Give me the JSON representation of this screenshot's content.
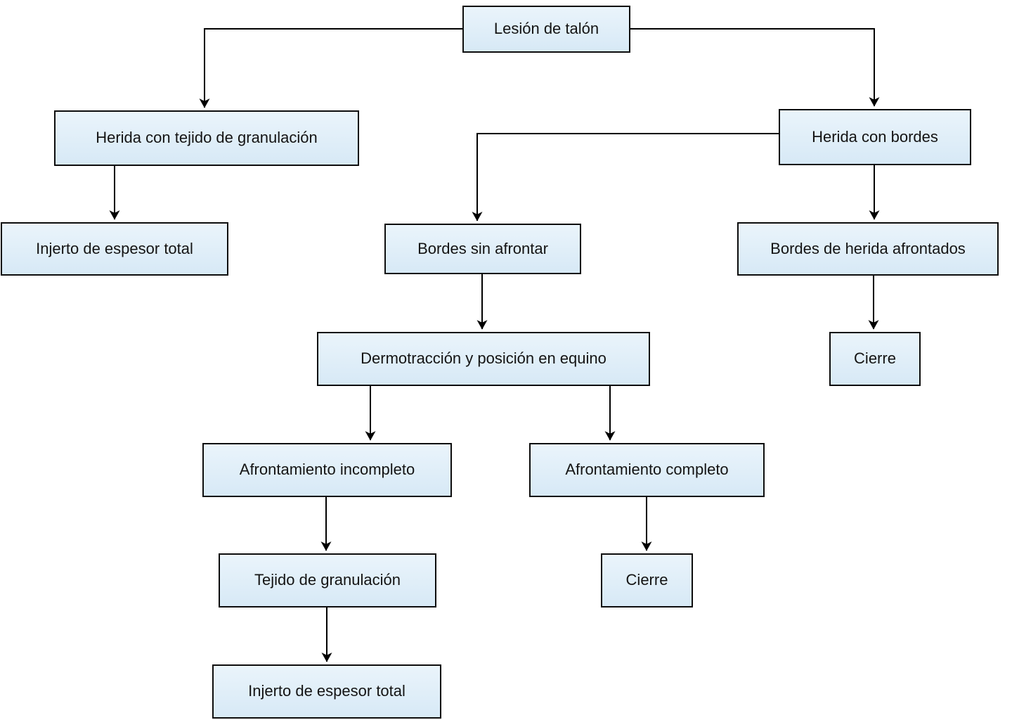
{
  "diagram": {
    "type": "flowchart",
    "background_color": "#ffffff",
    "node_fill_color": "#d9eaf7",
    "node_border_color": "#0d0d0d",
    "edge_color": "#000000",
    "text_color": "#141414",
    "nodes": {
      "lesion_talon": {
        "label": "Lesión de talón"
      },
      "herida_granulacion": {
        "label": "Herida con tejido de granulación"
      },
      "herida_bordes": {
        "label": "Herida con bordes"
      },
      "injerto_espesor_total_izq": {
        "label": "Injerto de espesor total"
      },
      "bordes_sin_afrontar": {
        "label": "Bordes sin afrontar"
      },
      "bordes_herida_afrontados": {
        "label": "Bordes de herida afrontados"
      },
      "dermotraccion": {
        "label": "Dermotracción y posición en equino"
      },
      "cierre_derecha": {
        "label": "Cierre"
      },
      "afrontamiento_incompleto": {
        "label": "Afrontamiento incompleto"
      },
      "afrontamiento_completo": {
        "label": "Afrontamiento completo"
      },
      "tejido_granulacion": {
        "label": "Tejido de granulación"
      },
      "cierre_centro": {
        "label": "Cierre"
      },
      "injerto_espesor_total_abajo": {
        "label": "Injerto de espesor total"
      }
    },
    "edges": [
      {
        "from": "lesion_talon",
        "to": "herida_granulacion"
      },
      {
        "from": "lesion_talon",
        "to": "herida_bordes"
      },
      {
        "from": "herida_granulacion",
        "to": "injerto_espesor_total_izq"
      },
      {
        "from": "herida_bordes",
        "to": "bordes_sin_afrontar"
      },
      {
        "from": "herida_bordes",
        "to": "bordes_herida_afrontados"
      },
      {
        "from": "bordes_sin_afrontar",
        "to": "dermotraccion"
      },
      {
        "from": "bordes_herida_afrontados",
        "to": "cierre_derecha"
      },
      {
        "from": "dermotraccion",
        "to": "afrontamiento_incompleto"
      },
      {
        "from": "dermotraccion",
        "to": "afrontamiento_completo"
      },
      {
        "from": "afrontamiento_incompleto",
        "to": "tejido_granulacion"
      },
      {
        "from": "afrontamiento_completo",
        "to": "cierre_centro"
      },
      {
        "from": "tejido_granulacion",
        "to": "injerto_espesor_total_abajo"
      }
    ]
  }
}
